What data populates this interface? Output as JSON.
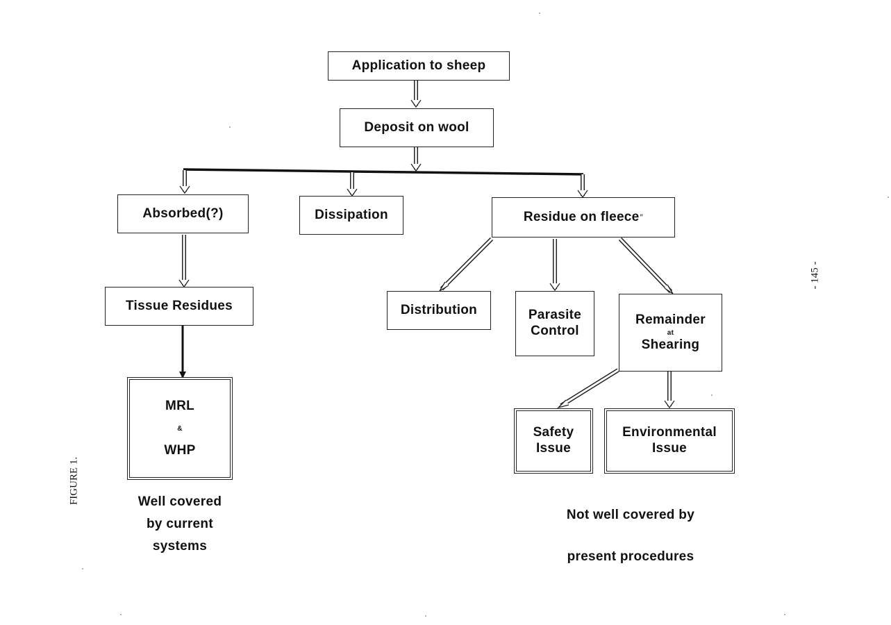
{
  "nodes": {
    "application": "Application to sheep",
    "deposit": "Deposit on wool",
    "absorbed": "Absorbed(?)",
    "dissipation": "Dissipation",
    "residue_fleece": "Residue on fleece",
    "residue_mark": "″",
    "tissue": "Tissue Residues",
    "distribution": "Distribution",
    "parasite_1": "Parasite",
    "parasite_2": "Control",
    "remainder_1": "Remainder",
    "remainder_at": "at",
    "remainder_2": "Shearing",
    "mrl": "MRL",
    "amp": "&",
    "whp": "WHP",
    "safety_1": "Safety",
    "safety_2": "Issue",
    "env_1": "Environmental",
    "env_2": "Issue"
  },
  "captions": {
    "well_1": "Well covered",
    "well_2": "by current",
    "well_3": "systems",
    "not_1": "Not well covered by",
    "not_2": "present procedures"
  },
  "side": {
    "figure_label": "FIGURE 1.",
    "page_number": "- 145 -"
  },
  "colors": {
    "ink": "#222222",
    "background": "#ffffff"
  }
}
